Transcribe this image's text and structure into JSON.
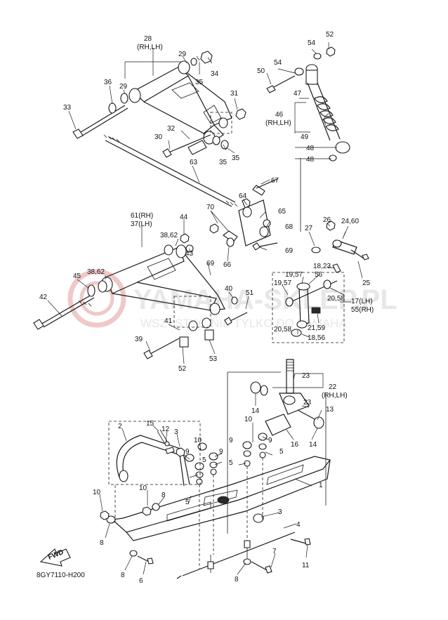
{
  "diagram": {
    "code": "8GY7110-H200",
    "fwd_label": "FWD",
    "watermark": {
      "main": "YAMAHA-SKLEP.PL",
      "sub": "WSZYSTKO NIE TYLKO DO YAMAHA"
    },
    "callouts": [
      {
        "id": "c28",
        "text": "28"
      },
      {
        "id": "c28s",
        "text": "(RH,LH)"
      },
      {
        "id": "c29a",
        "text": "29"
      },
      {
        "id": "c29b",
        "text": "29"
      },
      {
        "id": "c34",
        "text": "34"
      },
      {
        "id": "c35a",
        "text": "35"
      },
      {
        "id": "c36",
        "text": "36"
      },
      {
        "id": "c33",
        "text": "33"
      },
      {
        "id": "c31",
        "text": "31"
      },
      {
        "id": "c30",
        "text": "30"
      },
      {
        "id": "c32",
        "text": "32"
      },
      {
        "id": "c35b",
        "text": "35"
      },
      {
        "id": "c35c",
        "text": "35"
      },
      {
        "id": "c63",
        "text": "63"
      },
      {
        "id": "c52a",
        "text": "52"
      },
      {
        "id": "c54a",
        "text": "54"
      },
      {
        "id": "c54b",
        "text": "54"
      },
      {
        "id": "c50",
        "text": "50"
      },
      {
        "id": "c47",
        "text": "47"
      },
      {
        "id": "c46",
        "text": "46"
      },
      {
        "id": "c46s",
        "text": "(RH,LH)"
      },
      {
        "id": "c49",
        "text": "49"
      },
      {
        "id": "c48a",
        "text": "48"
      },
      {
        "id": "c48b",
        "text": "48"
      },
      {
        "id": "c67",
        "text": "67"
      },
      {
        "id": "c64",
        "text": "64"
      },
      {
        "id": "c70",
        "text": "70"
      },
      {
        "id": "c65",
        "text": "65"
      },
      {
        "id": "c68",
        "text": "68"
      },
      {
        "id": "c69a",
        "text": "69"
      },
      {
        "id": "c69b",
        "text": "69"
      },
      {
        "id": "c66",
        "text": "66"
      },
      {
        "id": "c61",
        "text": "61(RH)"
      },
      {
        "id": "c37",
        "text": "37(LH)"
      },
      {
        "id": "c44",
        "text": "44"
      },
      {
        "id": "c3862a",
        "text": "38,62"
      },
      {
        "id": "c43",
        "text": "43"
      },
      {
        "id": "c45",
        "text": "45"
      },
      {
        "id": "c3862b",
        "text": "38,62"
      },
      {
        "id": "c42",
        "text": "42"
      },
      {
        "id": "c40",
        "text": "40"
      },
      {
        "id": "c51",
        "text": "51"
      },
      {
        "id": "c41",
        "text": "41"
      },
      {
        "id": "c39",
        "text": "39"
      },
      {
        "id": "c52b",
        "text": "52"
      },
      {
        "id": "c53",
        "text": "53"
      },
      {
        "id": "c27",
        "text": "27"
      },
      {
        "id": "c26",
        "text": "26"
      },
      {
        "id": "c2460",
        "text": "24,60"
      },
      {
        "id": "c1823",
        "text": "18,23"
      },
      {
        "id": "c1957a",
        "text": "19,57"
      },
      {
        "id": "c56",
        "text": "56"
      },
      {
        "id": "c25",
        "text": "25"
      },
      {
        "id": "c1957b",
        "text": "19,57"
      },
      {
        "id": "c2058a",
        "text": "20,58"
      },
      {
        "id": "c17",
        "text": "17(LH)"
      },
      {
        "id": "c55",
        "text": "55(RH)"
      },
      {
        "id": "c2159",
        "text": "21,59"
      },
      {
        "id": "c2058b",
        "text": "20,58"
      },
      {
        "id": "c1856",
        "text": "18,56"
      },
      {
        "id": "c23a",
        "text": "23"
      },
      {
        "id": "c22",
        "text": "22"
      },
      {
        "id": "c22s",
        "text": "(RH,LH)"
      },
      {
        "id": "c23b",
        "text": "23"
      },
      {
        "id": "c13",
        "text": "13"
      },
      {
        "id": "c14a",
        "text": "14"
      },
      {
        "id": "c14b",
        "text": "14"
      },
      {
        "id": "c16",
        "text": "16"
      },
      {
        "id": "c2",
        "text": "2"
      },
      {
        "id": "c15",
        "text": "15"
      },
      {
        "id": "c12",
        "text": "12"
      },
      {
        "id": "c3a",
        "text": "3"
      },
      {
        "id": "c10a",
        "text": "10"
      },
      {
        "id": "c9a",
        "text": "9"
      },
      {
        "id": "c9b",
        "text": "9"
      },
      {
        "id": "c5a",
        "text": "5"
      },
      {
        "id": "c10b",
        "text": "10"
      },
      {
        "id": "c9c",
        "text": "9"
      },
      {
        "id": "c9d",
        "text": "9"
      },
      {
        "id": "c5b",
        "text": "5"
      },
      {
        "id": "c5c",
        "text": "5"
      },
      {
        "id": "c1",
        "text": "1"
      },
      {
        "id": "c10c",
        "text": "10"
      },
      {
        "id": "c8a",
        "text": "8"
      },
      {
        "id": "c5d",
        "text": "5"
      },
      {
        "id": "c10d",
        "text": "10"
      },
      {
        "id": "c8b",
        "text": "8"
      },
      {
        "id": "c3b",
        "text": "3"
      },
      {
        "id": "c4",
        "text": "4"
      },
      {
        "id": "c7",
        "text": "7"
      },
      {
        "id": "c11",
        "text": "11"
      },
      {
        "id": "c8c",
        "text": "8"
      },
      {
        "id": "c6",
        "text": "6"
      },
      {
        "id": "c8d",
        "text": "8"
      }
    ]
  }
}
